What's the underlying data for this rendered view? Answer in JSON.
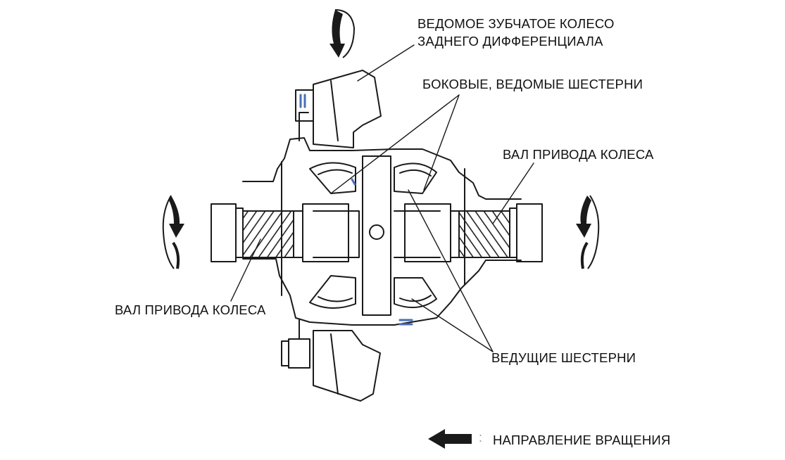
{
  "labels": {
    "ring_gear_line1": "ВЕДОМОЕ ЗУБЧАТОЕ КОЛЕСО",
    "ring_gear_line2": "ЗАДНЕГО ДИФФЕРЕНЦИАЛА",
    "side_gears": "БОКОВЫЕ, ВЕДОМЫЕ ШЕСТЕРНИ",
    "drive_shaft_right": "ВАЛ ПРИВОДА КОЛЕСА",
    "drive_shaft_left": "ВАЛ ПРИВОДА КОЛЕСА",
    "pinion_gears": "ВЕДУЩИЕ ШЕСТЕРНИ",
    "legend_separator": ":",
    "legend_rotation": "НАПРАВЛЕНИЕ ВРАЩЕНИЯ"
  },
  "colors": {
    "line": "#1a1a1a",
    "accent_seal": "#4a6fb5",
    "background": "#ffffff"
  },
  "icons": {
    "rotation_arrow": "curved-rotation-arrow-icon",
    "legend_arrow": "left-arrow-icon"
  }
}
